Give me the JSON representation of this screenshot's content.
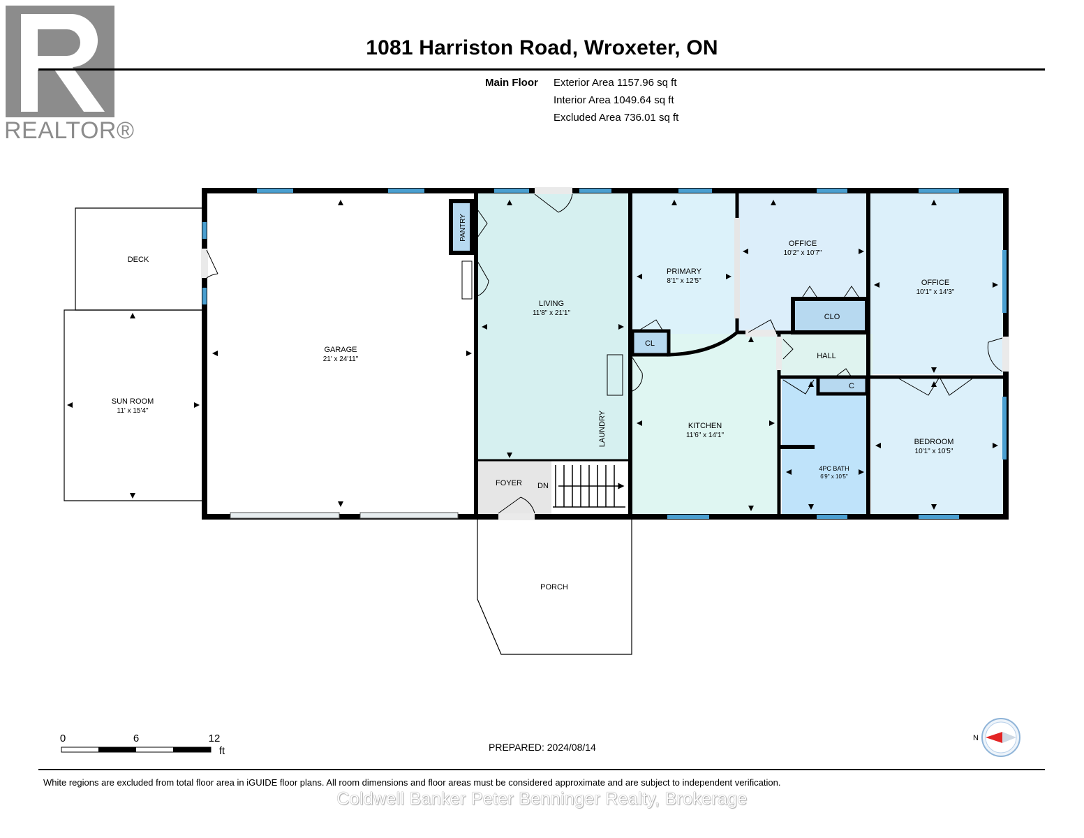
{
  "header": {
    "title": "1081 Harriston Road, Wroxeter, ON",
    "logo_text": "REALTOR®"
  },
  "areas": {
    "floor_label": "Main Floor",
    "exterior": "Exterior Area 1157.96 sq ft",
    "interior": "Interior Area 1049.64 sq ft",
    "excluded": "Excluded Area 736.01 sq ft"
  },
  "rooms": {
    "deck": {
      "name": "DECK"
    },
    "sun_room": {
      "name": "SUN ROOM",
      "dims": "11' x 15'4\""
    },
    "garage": {
      "name": "GARAGE",
      "dims": "21' x 24'11\""
    },
    "pantry": {
      "name": "PANTRY"
    },
    "living": {
      "name": "LIVING",
      "dims": "11'8\" x 21'1\""
    },
    "laundry": {
      "name": "LAUNDRY"
    },
    "foyer": {
      "name": "FOYER"
    },
    "stairs_down": {
      "name": "DN"
    },
    "primary": {
      "name": "PRIMARY",
      "dims": "8'1\" x 12'5\""
    },
    "primary_closet": {
      "name": "CL"
    },
    "office1": {
      "name": "OFFICE",
      "dims": "10'2\" x 10'7\""
    },
    "office1_closet": {
      "name": "CLO"
    },
    "office2": {
      "name": "OFFICE",
      "dims": "10'1\" x 14'3\""
    },
    "kitchen": {
      "name": "KITCHEN",
      "dims": "11'6\" x 14'1\""
    },
    "hall": {
      "name": "HALL"
    },
    "hall_closet": {
      "name": "C"
    },
    "bath": {
      "name": "4PC BATH",
      "dims": "6'9\" x 10'5\""
    },
    "bedroom": {
      "name": "BEDROOM",
      "dims": "10'1\" x 10'5\""
    },
    "porch": {
      "name": "PORCH"
    }
  },
  "scale": {
    "ticks": [
      "0",
      "6",
      "12"
    ],
    "unit": "ft"
  },
  "compass": {
    "label": "N"
  },
  "prepared": "PREPARED: 2024/08/14",
  "footer": {
    "disclaimer": "White regions are excluded from total floor area in iGUIDE floor plans. All room dimensions and floor areas must be considered approximate and are subject to independent verification.",
    "brokerage": "Coldwell Banker Peter Benninger Realty, Brokerage"
  },
  "colors": {
    "wall": "#000000",
    "window": "#4a9fd0",
    "garage_fill": "#ffffff",
    "living_fill": "#d6f0f0",
    "primary_fill": "#dcf2fa",
    "office1_fill": "#dceefa",
    "office2_fill": "#dcf0fa",
    "kitchen_fill": "#dff6f2",
    "hall_fill": "#dff3ef",
    "bath_fill": "#bfe3fa",
    "bedroom_fill": "#dcf0fa",
    "closet_fill": "#b7d9f0",
    "foyer_fill": "#e6e6e6",
    "logo_grey": "#8c8c8c"
  }
}
